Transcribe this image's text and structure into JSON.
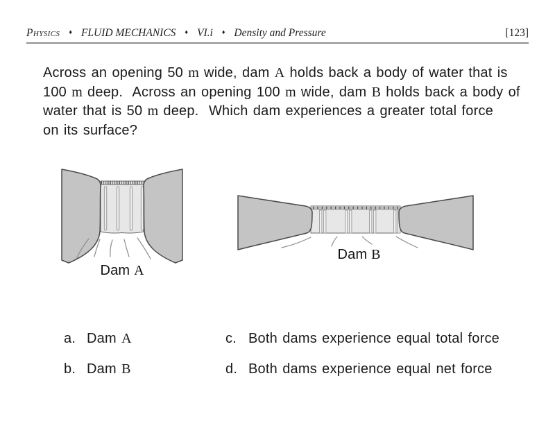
{
  "header": {
    "course": "Physics",
    "separator": "♦",
    "unit": "FLUID MECHANICS",
    "section": "VI.i",
    "topic": "Density and Pressure",
    "page_number": "[123]"
  },
  "question": {
    "lines": [
      [
        {
          "t": "Across an opening 50 "
        },
        {
          "t": "m",
          "math": true
        },
        {
          "t": " wide, dam "
        },
        {
          "t": "A",
          "math": true
        },
        {
          "t": " holds back a body of water that is"
        }
      ],
      [
        {
          "t": "100 "
        },
        {
          "t": "m",
          "math": true
        },
        {
          "t": " deep.  Across an opening 100 "
        },
        {
          "t": "m",
          "math": true
        },
        {
          "t": " wide, dam "
        },
        {
          "t": "B",
          "math": true
        },
        {
          "t": " holds back a body of"
        }
      ],
      [
        {
          "t": "water that is 50 "
        },
        {
          "t": "m",
          "math": true
        },
        {
          "t": " deep.  Which dam experiences a greater total force"
        }
      ],
      [
        {
          "t": "on its surface?"
        }
      ]
    ]
  },
  "figures": {
    "dam_a": {
      "label_prefix": "Dam ",
      "label_letter": "A"
    },
    "dam_b": {
      "label_prefix": "Dam ",
      "label_letter": "B"
    }
  },
  "options": [
    {
      "marker": "a.",
      "label_prefix": "Dam ",
      "label_letter": "A"
    },
    {
      "marker": "b.",
      "label_prefix": "Dam ",
      "label_letter": "B"
    },
    {
      "marker": "c.",
      "label": "Both dams experience equal total force"
    },
    {
      "marker": "d.",
      "label": "Both dams experience equal net force"
    }
  ],
  "colors": {
    "canyon_wall_fill": "#c4c4c4",
    "canyon_wall_outline": "#4a4a4a",
    "dam_face_fill": "#e7e7e7",
    "dam_outline": "#6b6b6b",
    "flow_line": "#8c8c8c",
    "header_rule": "#8f8f8f",
    "text": "#1a1a1a"
  }
}
